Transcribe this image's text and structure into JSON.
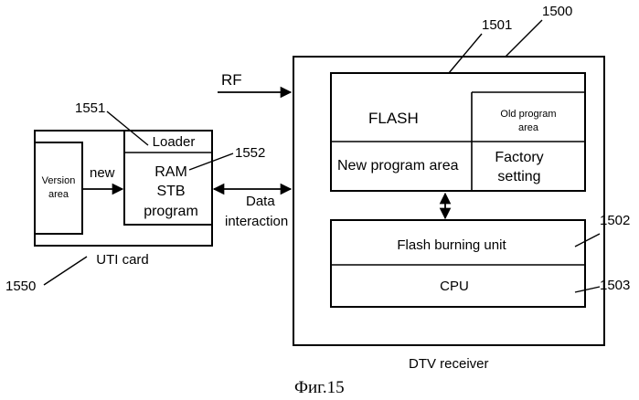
{
  "figure": {
    "caption": "Фиг.15"
  },
  "dtv_receiver": {
    "ref": "1500",
    "label": "DTV receiver",
    "flash": {
      "ref": "1501",
      "label": "FLASH",
      "old_program_area": [
        "Old program",
        "area"
      ],
      "new_program_area": "New program area",
      "factory_setting": [
        "Factory",
        "setting"
      ]
    },
    "flash_burning_unit": {
      "ref": "1502",
      "label": "Flash burning unit"
    },
    "cpu": {
      "ref": "1503",
      "label": "CPU"
    }
  },
  "uti_card": {
    "ref": "1550",
    "label": "UTI card",
    "version_area": [
      "Version",
      "area"
    ],
    "new_label": "new",
    "loader": {
      "ref": "1551",
      "label": "Loader"
    },
    "ram_stb_program": {
      "ref": "1552",
      "lines": [
        "RAM",
        "STB",
        "program"
      ]
    }
  },
  "connections": {
    "rf_label": "RF",
    "data_interaction": [
      "Data",
      "interaction"
    ]
  }
}
